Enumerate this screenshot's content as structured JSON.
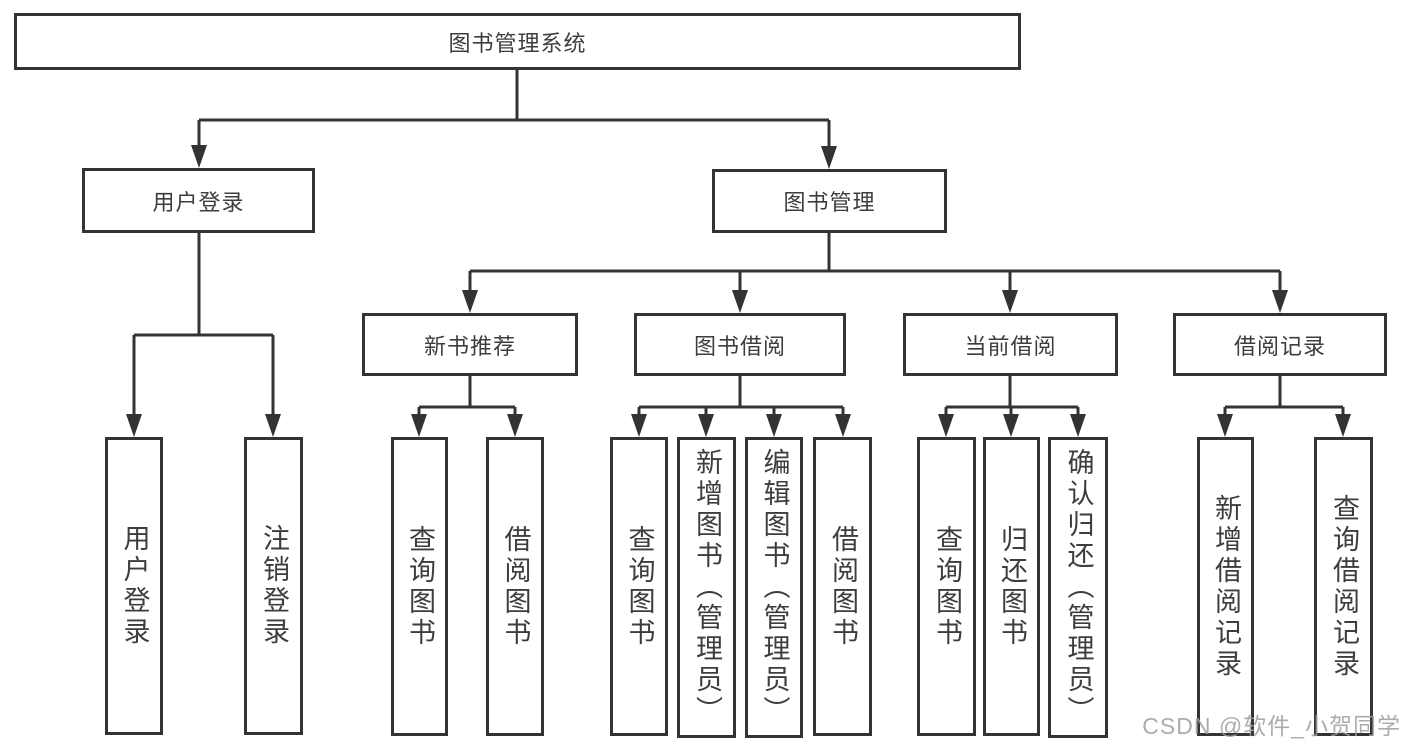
{
  "diagram": {
    "root": {
      "label": "图书管理系统"
    },
    "level2": [
      {
        "label": "用户登录"
      },
      {
        "label": "图书管理"
      }
    ],
    "level3": [
      {
        "label": "新书推荐"
      },
      {
        "label": "图书借阅"
      },
      {
        "label": "当前借阅"
      },
      {
        "label": "借阅记录"
      }
    ],
    "leaves": {
      "user_login": [
        "用户登录",
        "注销登录"
      ],
      "new_book": [
        "查询图书",
        "借阅图书"
      ],
      "book_borrow": [
        "查询图书",
        "新增图书（管理员）",
        "编辑图书（管理员）",
        "借阅图书"
      ],
      "current_borrow": [
        "查询图书",
        "归还图书",
        "确认归还（管理员）"
      ],
      "borrow_record": [
        "新增借阅记录",
        "查询借阅记录"
      ]
    }
  },
  "watermark": {
    "text": "CSDN @软件_小贺同学"
  },
  "colors": {
    "line": "#333333",
    "text": "#3d3d3d",
    "watermark": "#9e9e9e",
    "background": "#ffffff"
  }
}
